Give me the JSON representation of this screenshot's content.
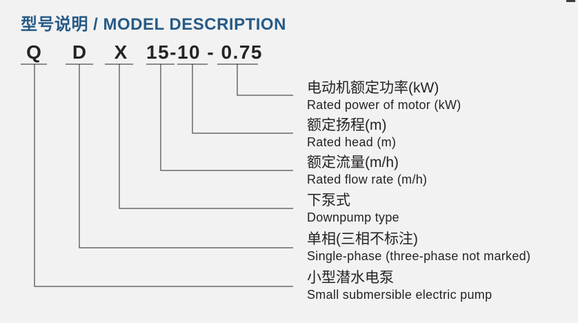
{
  "page": {
    "background_color": "#f2f2f2",
    "ink_color": "#262322",
    "accent_color": "#265a86"
  },
  "header": {
    "title": "型号说明 / MODEL DESCRIPTION"
  },
  "model_code": {
    "parts": [
      "Q",
      "D",
      "X",
      "15-10 - 0.75"
    ]
  },
  "legend": [
    {
      "code_part": "0.75",
      "zh": "电动机额定功率(kW)",
      "en": "Rated power of motor (kW)"
    },
    {
      "code_part": "10",
      "zh": "额定扬程(m)",
      "en": "Rated head (m)"
    },
    {
      "code_part": "15",
      "zh": "额定流量(m/h)",
      "en": "Rated flow rate (m/h)"
    },
    {
      "code_part": "X",
      "zh": "下泵式",
      "en": "Downpump type"
    },
    {
      "code_part": "D",
      "zh": "单相(三相不标注)",
      "en": "Single-phase (three-phase not marked)"
    },
    {
      "code_part": "Q",
      "zh": "小型潜水电泵",
      "en": "Small submersible electric pump"
    }
  ]
}
